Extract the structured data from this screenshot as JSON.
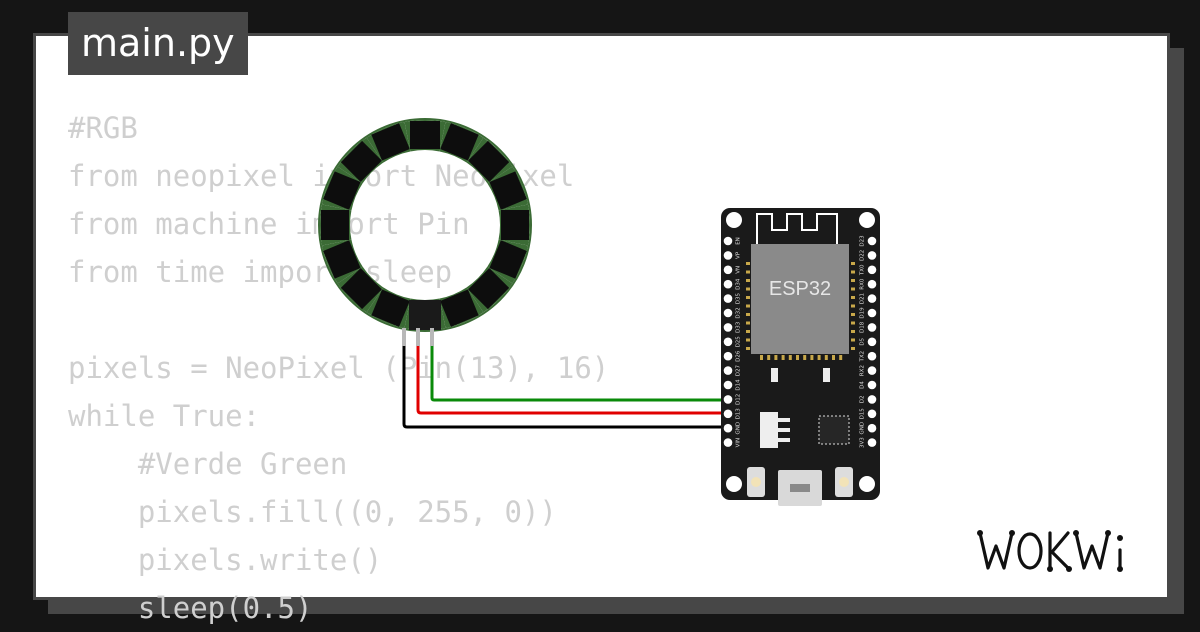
{
  "file_tab": {
    "label": "main.py"
  },
  "code_lines": [
    "#RGB",
    "from neopixel import NeoPixel",
    "from machine import Pin",
    "from time import sleep",
    "",
    "pixels = NeoPixel (Pin(13), 16)",
    "while True:",
    "    #Verde Green",
    "    pixels.fill((0, 255, 0))",
    "    pixels.write()",
    "    sleep(0.5)"
  ],
  "circuit": {
    "ring_pixel_count": 16,
    "board": {
      "chip_label": "ESP32",
      "left_pins": [
        "EN",
        "VP",
        "VN",
        "D34",
        "D35",
        "D32",
        "D33",
        "D25",
        "D26",
        "D27",
        "D14",
        "D12",
        "D13",
        "GND",
        "VIN"
      ],
      "right_pins": [
        "D23",
        "D22",
        "TX0",
        "RX0",
        "D21",
        "D19",
        "D18",
        "D5",
        "TX2",
        "RX2",
        "D4",
        "D2",
        "D15",
        "GND",
        "3V3"
      ]
    },
    "wires": [
      {
        "name": "data",
        "color": "#0a8a0a"
      },
      {
        "name": "power",
        "color": "#e00000"
      },
      {
        "name": "ground",
        "color": "#000000"
      }
    ]
  },
  "brand": {
    "logo_text": "WOKWi"
  },
  "colors": {
    "background": "#151515",
    "card": "#ffffff",
    "card_border": "#474747",
    "code_text": "#cfcfcf",
    "ring_led": "#3b6b35",
    "board": "#1a1a1a",
    "chip_shield": "#8a8a8a"
  }
}
